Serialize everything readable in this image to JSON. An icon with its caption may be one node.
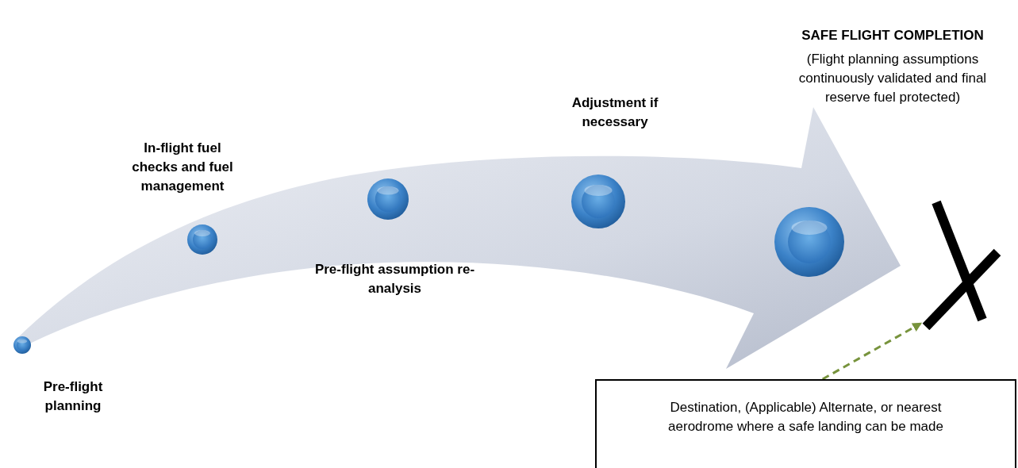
{
  "diagram": {
    "nodes": [
      {
        "text": [],
        "shape": "circle",
        "beside": [
          "Pre-flight planning"
        ]
      },
      {
        "text": [],
        "shape": "circle",
        "beside": [
          "In-flight fuel checks and fuel management"
        ]
      },
      {
        "text": [],
        "shape": "circle",
        "beside": [
          "Pre-flight assumption re-analysis"
        ]
      },
      {
        "text": [],
        "shape": "circle",
        "beside": [
          "Adjustment if necessary"
        ]
      },
      {
        "text": [],
        "shape": "circle",
        "beside": [
          "SAFE FLIGHT COMPLETION",
          "(Flight planning assumptions continuously validated and final reserve fuel protected)"
        ]
      },
      {
        "text": [
          "Destination, (Applicable) Alternate, or nearest aerodrome where a safe landing can be made"
        ]
      },
      {
        "text": [],
        "shape": "cross"
      }
    ],
    "edges": [
      {
        "from": 5,
        "to": 6,
        "arrow": "to",
        "style": "dashed",
        "color": "#77933c"
      }
    ]
  }
}
